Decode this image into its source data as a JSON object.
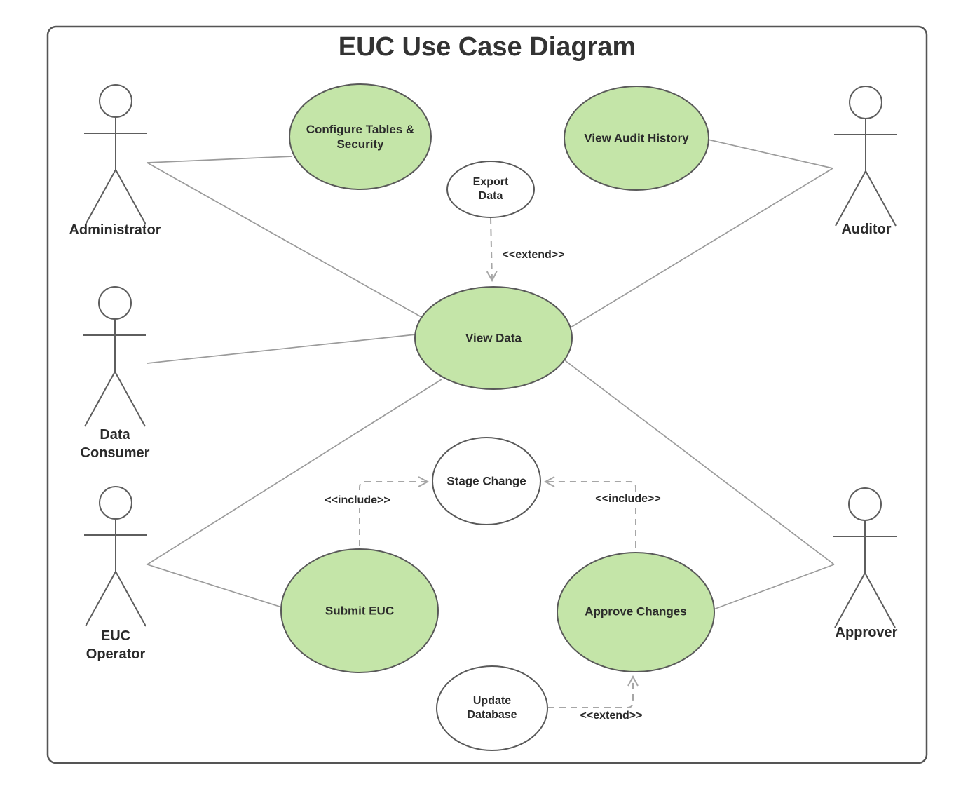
{
  "title": "EUC Use Case Diagram",
  "actors": [
    {
      "name": "Administrator"
    },
    {
      "name": "Data Consumer"
    },
    {
      "name": "EUC Operator"
    },
    {
      "name": "Auditor"
    },
    {
      "name": "Approver"
    }
  ],
  "use_cases": [
    {
      "label": "Configure Tables & Security",
      "fill": "green"
    },
    {
      "label": "View Audit History",
      "fill": "green"
    },
    {
      "label": "Export Data",
      "fill": "white"
    },
    {
      "label": "View Data",
      "fill": "green"
    },
    {
      "label": "Stage Change",
      "fill": "white"
    },
    {
      "label": "Submit EUC",
      "fill": "green"
    },
    {
      "label": "Approve Changes",
      "fill": "green"
    },
    {
      "label": "Update Database",
      "fill": "white"
    }
  ],
  "relationships": [
    {
      "from": "Export Data",
      "to": "View Data",
      "type": "extend",
      "label": "<<extend>>"
    },
    {
      "from": "Submit EUC",
      "to": "Stage Change",
      "type": "include",
      "label": "<<include>>"
    },
    {
      "from": "Approve Changes",
      "to": "Stage Change",
      "type": "include",
      "label": "<<include>>"
    },
    {
      "from": "Update Database",
      "to": "Approve Changes",
      "type": "extend",
      "label": "<<extend>>"
    }
  ],
  "associations": [
    {
      "from": "Administrator",
      "to": "Configure Tables & Security"
    },
    {
      "from": "Administrator",
      "to": "View Data"
    },
    {
      "from": "Data Consumer",
      "to": "View Data"
    },
    {
      "from": "EUC Operator",
      "to": "View Data"
    },
    {
      "from": "EUC Operator",
      "to": "Submit EUC"
    },
    {
      "from": "Auditor",
      "to": "View Audit History"
    },
    {
      "from": "Auditor",
      "to": "View Data"
    },
    {
      "from": "Approver",
      "to": "View Data"
    },
    {
      "from": "Approver",
      "to": "Approve Changes"
    }
  ],
  "colors": {
    "use_case_green": "#c4e5a8",
    "use_case_white": "#ffffff",
    "shape_stroke": "#595959",
    "connector_gray": "#9b9b9b",
    "dashed_gray": "#a6a6a6",
    "label_text": "#2b2b2b"
  }
}
